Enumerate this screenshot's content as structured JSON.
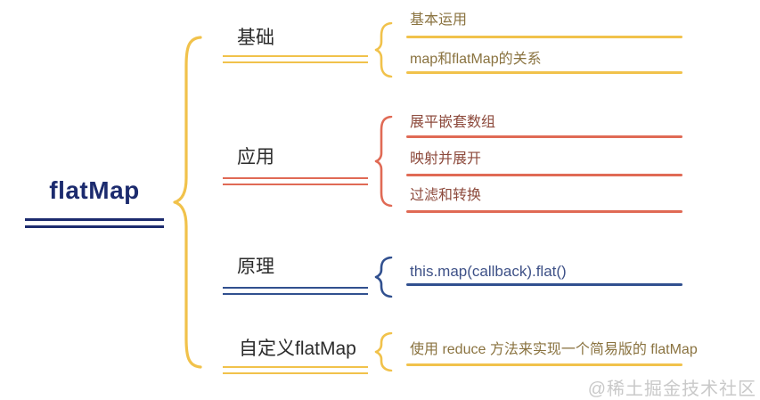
{
  "root": {
    "label": "flatMap"
  },
  "branches": [
    {
      "label": "基础",
      "color": "yellow",
      "children": [
        {
          "label": "基本运用"
        },
        {
          "label": "map和flatMap的关系"
        }
      ]
    },
    {
      "label": "应用",
      "color": "red",
      "children": [
        {
          "label": "展平嵌套数组"
        },
        {
          "label": "映射并展开"
        },
        {
          "label": "过滤和转换"
        }
      ]
    },
    {
      "label": "原理",
      "color": "blue",
      "children": [
        {
          "label": "this.map(callback).flat()"
        }
      ]
    },
    {
      "label": "自定义flatMap",
      "color": "yellow",
      "children": [
        {
          "label": "使用 reduce 方法来实现一个简易版的 flatMap"
        }
      ]
    }
  ],
  "watermark": "@稀土掘金技术社区",
  "colors": {
    "yellow": "#F1C24B",
    "red": "#E06A55",
    "blue": "#31508F",
    "navy": "#1C2B6E",
    "yellow-text": "#8A7340",
    "red-text": "#8D4A3C",
    "blue-text": "#3E5187",
    "label": "#2B2B2B",
    "watermark": "#C9C9C9",
    "bg": "#FFFFFF"
  }
}
